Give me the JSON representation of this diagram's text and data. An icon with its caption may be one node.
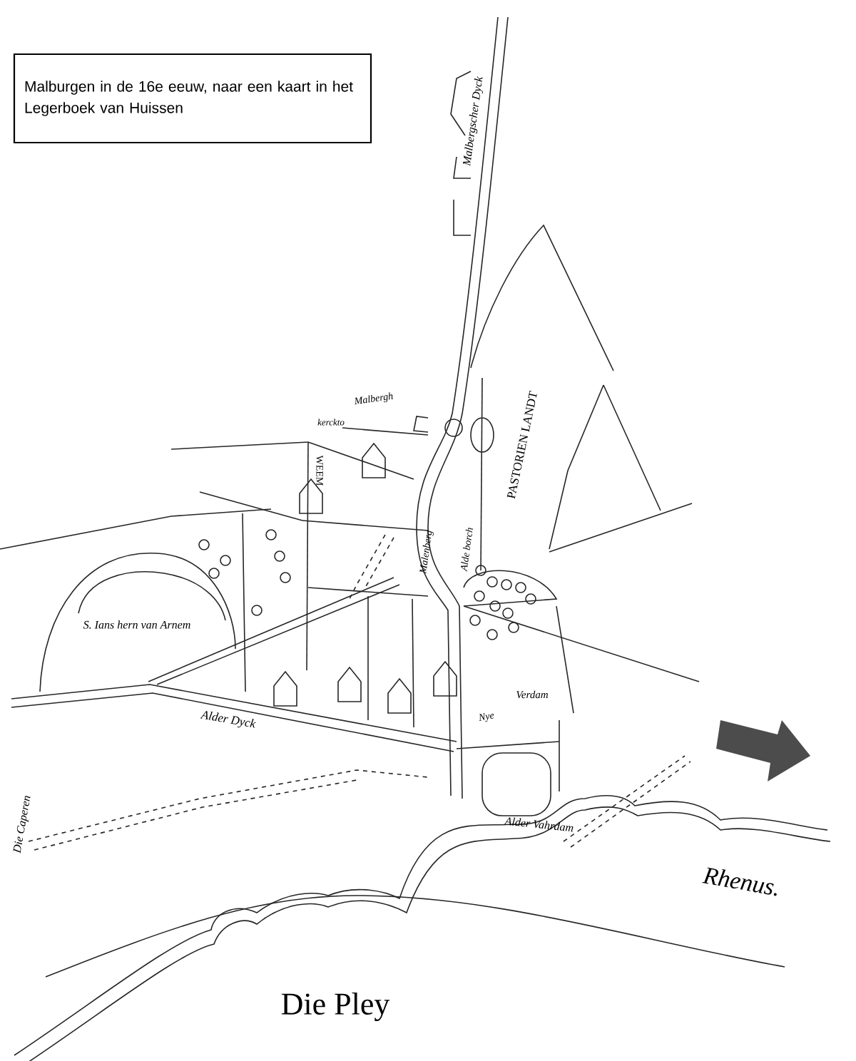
{
  "diagram": {
    "nodes": [
      {
        "text": [
          "Malburgen in de 16e eeuw, naar een kaart in het Legerboek van Huissen"
        ]
      }
    ],
    "labels": [
      "Malbergscher Dyck",
      "Malbergh",
      "kerckto",
      "WEEM",
      "PASTORIEN LANDT",
      "Malenberg",
      "Alde borch",
      "S. Ians hern van Arnem",
      "Alder Dyck",
      "Nye",
      "Verdam",
      "Die Caperen",
      "Alder Vahrdam",
      "Rhenus.",
      "Die Pley"
    ]
  }
}
